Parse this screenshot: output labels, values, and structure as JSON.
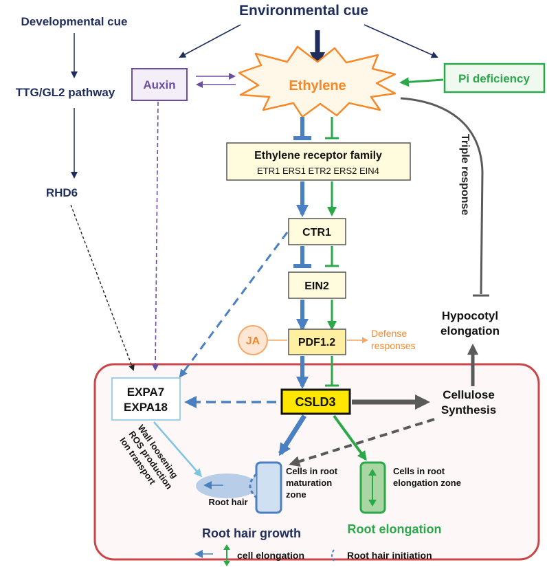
{
  "nodes": {
    "developmental_cue": "Developmental cue",
    "environmental_cue": "Environmental cue",
    "ttg_gl2": "TTG/GL2 pathway",
    "rhd6": "RHD6",
    "auxin": "Auxin",
    "ethylene": "Ethylene",
    "pi_deficiency": "Pi deficiency",
    "receptor_title": "Ethylene receptor family",
    "receptor_members": "ETR1  ERS1  ETR2  ERS2  EIN4",
    "triple_response": "Triple response",
    "ctr1": "CTR1",
    "ein2": "EIN2",
    "ja": "JA",
    "pdf12": "PDF1.2",
    "defense_line1": "Defense",
    "defense_line2": "responses",
    "hypocotyl_line1": "Hypocotyl",
    "hypocotyl_line2": "elongation",
    "expa7": "EXPA7",
    "expa18": "EXPA18",
    "csld3": "CSLD3",
    "cellulose_line1": "Cellulose",
    "cellulose_line2": "Synthesis",
    "wall_loosening": "Wall loosening",
    "ros_production": "ROS production",
    "ion_transport": "Ion transport",
    "root_hair": "Root hair",
    "maturation_line1": "Cells in root",
    "maturation_line2": "maturation",
    "maturation_line3": "zone",
    "elongation_zone_line1": "Cells in root",
    "elongation_zone_line2": "elongation zone",
    "root_hair_growth": "Root hair growth",
    "root_elongation": "Root elongation"
  },
  "legend": {
    "cell_elongation": "cell elongation",
    "root_hair_initiation": "Root hair initiation"
  },
  "colors": {
    "navy": "#1f2d5c",
    "blue": "#4a7fc1",
    "green": "#2ba84a",
    "purple": "#6b4ea0",
    "orange": "#f5892a",
    "gray": "#5a5a5a",
    "receptor_fill": "#fffbdc",
    "csld3_fill": "#ffe600",
    "panel_border": "#c8464a"
  }
}
